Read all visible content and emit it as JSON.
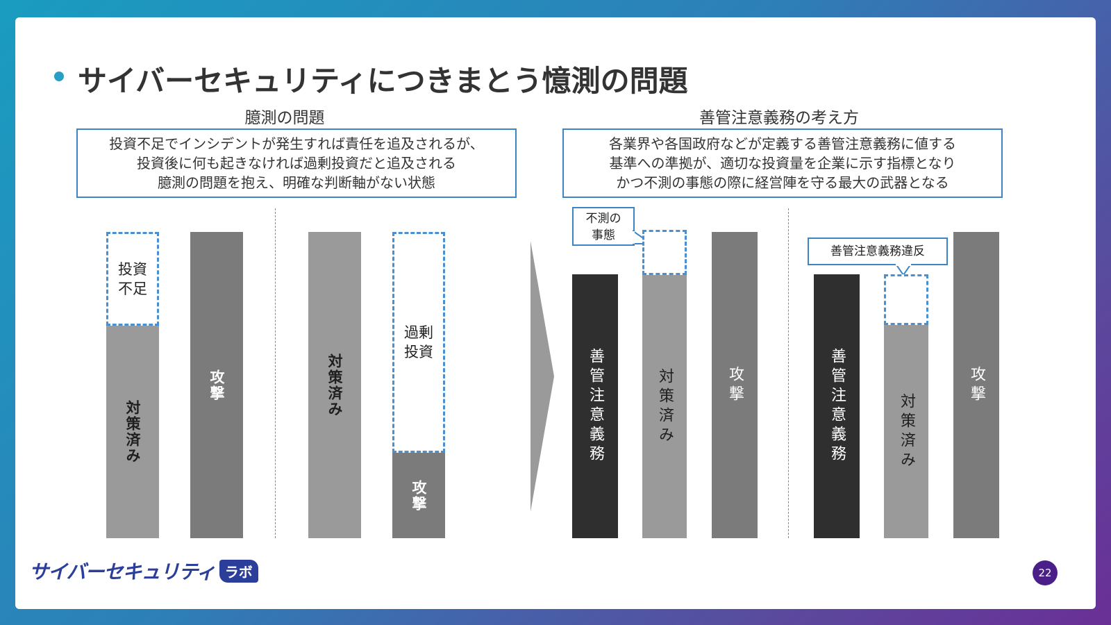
{
  "title": "サイバーセキュリティにつきまとう憶測の問題",
  "left": {
    "heading": "臆測の問題",
    "desc": [
      "投資不足でインシデントが発生すれば責任を追及されるが、",
      "投資後に何も起きなければ過剰投資だと追及される",
      "臆測の問題を抱え、明確な判断軸がない状態"
    ],
    "g1": {
      "dashed_line1": "投資",
      "dashed_line2": "不足",
      "solid": "対策済み",
      "attack": "攻撃"
    },
    "g2": {
      "solid": "対策済み",
      "dashed_line1": "過剰",
      "dashed_line2": "投資",
      "attack": "攻撃"
    }
  },
  "right": {
    "heading": "善管注意義務の考え方",
    "desc": [
      "各業界や各国政府などが定義する善管注意義務に値する",
      "基準への準拠が、適切な投資量を企業に示す指標となり",
      "かつ不測の事態の際に経営陣を守る最大の武器となる"
    ],
    "g1": {
      "callout_line1": "不測の",
      "callout_line2": "事態",
      "duty": "善管注意義務",
      "measures": "対策済み",
      "attack": "攻撃"
    },
    "g2": {
      "callout": "善管注意義務違反",
      "duty": "善管注意義務",
      "measures": "対策済み",
      "attack": "攻撃"
    }
  },
  "footer": {
    "logo_text": "サイバーセキュリティ",
    "logo_badge": "ラボ",
    "page_number": "22"
  }
}
